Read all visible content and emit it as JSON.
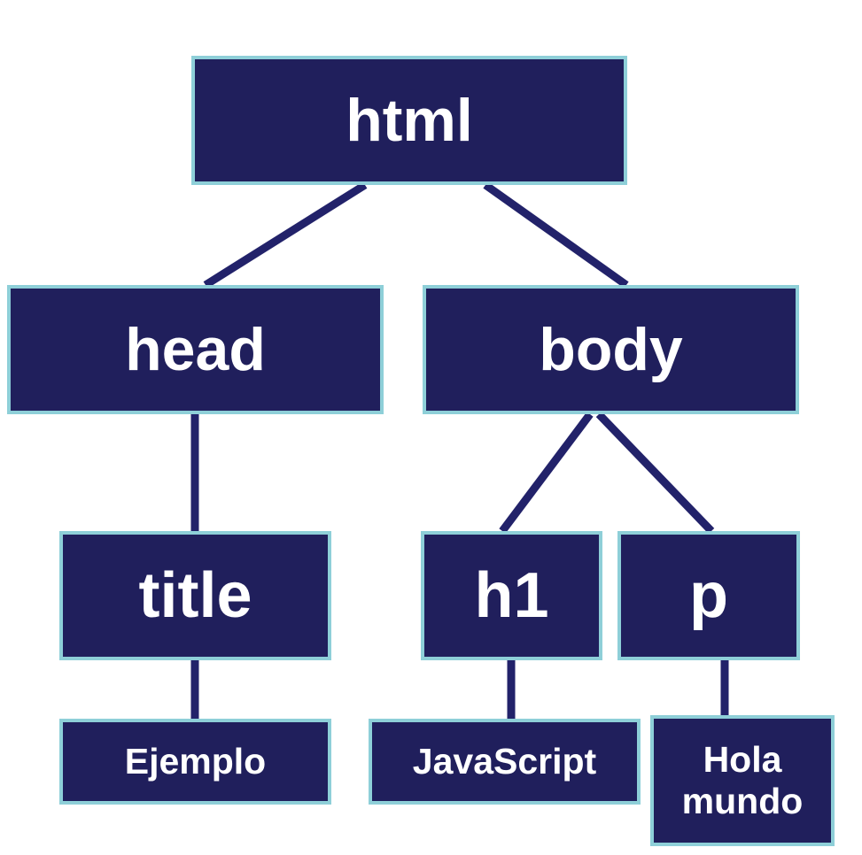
{
  "tree": {
    "html": "html",
    "head": "head",
    "body": "body",
    "title": "title",
    "h1": "h1",
    "p": "p",
    "ejemplo": "Ejemplo",
    "javascript": "JavaScript",
    "hola_line1": "Hola",
    "hola_line2": "mundo"
  },
  "colors": {
    "node_fill": "#201f5c",
    "node_border": "#8ecfd8",
    "edge": "#22226a",
    "text": "#ffffff"
  }
}
